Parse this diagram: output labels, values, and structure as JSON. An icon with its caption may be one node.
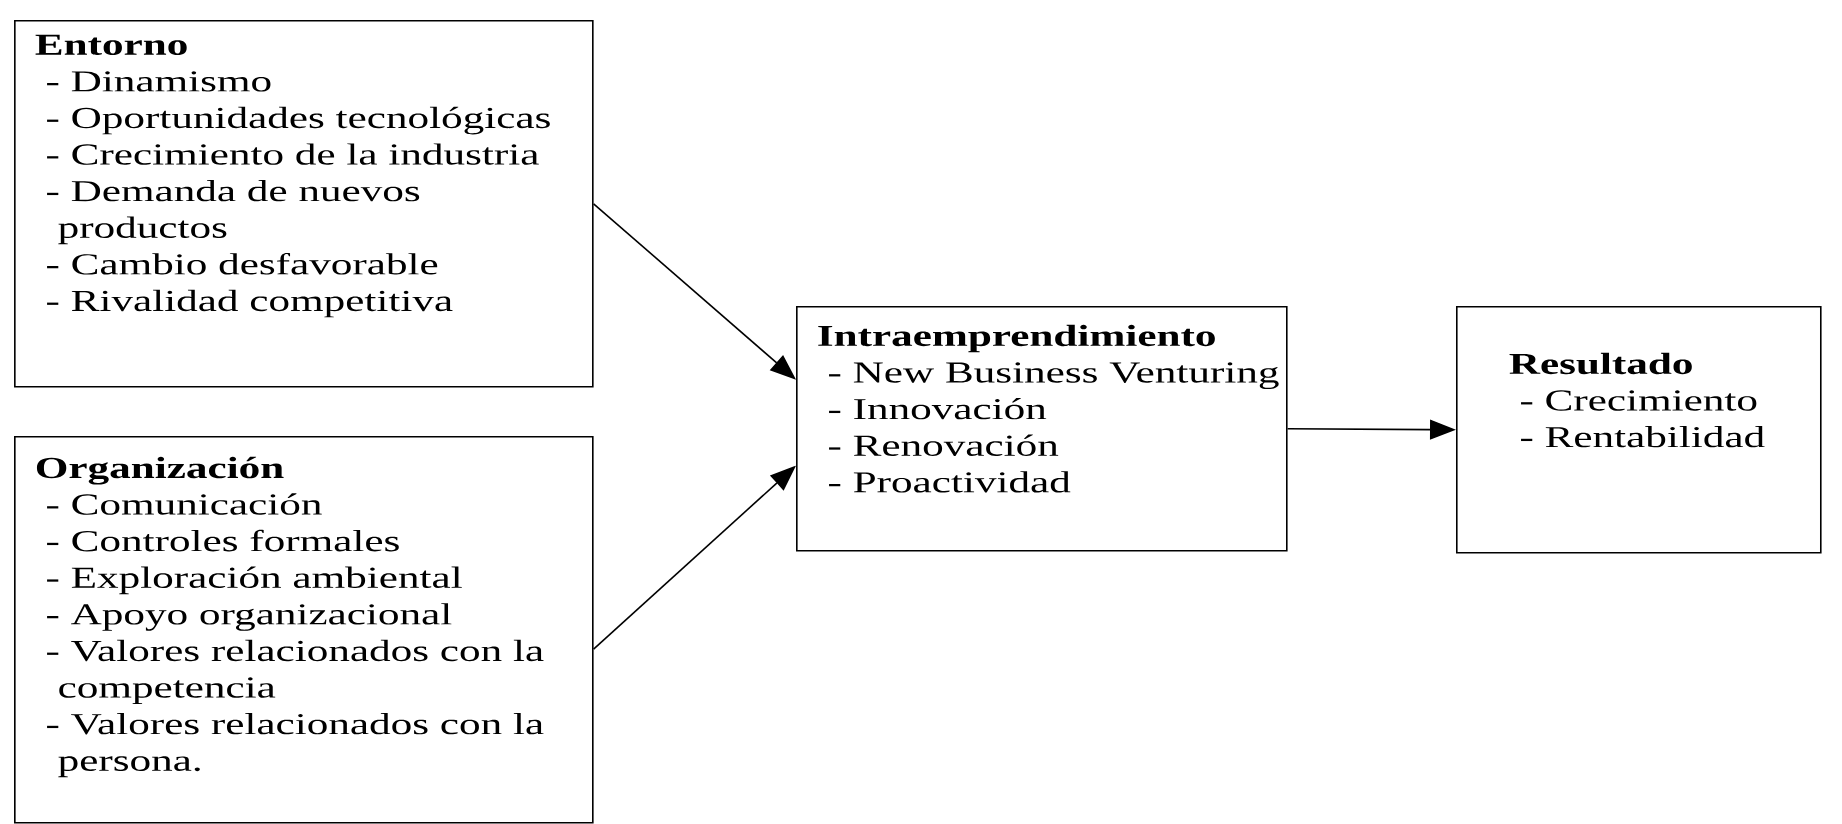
{
  "diagram": {
    "nodes": [
      {
        "text": [
          "Entorno",
          "- Dinamismo",
          "- Oportunidades tecnológicas",
          "- Crecimiento de la industria",
          "- Demanda de nuevos productos",
          "- Cambio desfavorable",
          "- Rivalidad competitiva"
        ]
      },
      {
        "text": [
          "Organización",
          "- Comunicación",
          "- Controles formales",
          "- Exploración ambiental",
          "- Apoyo organizacional",
          "- Valores relacionados con la competencia",
          "- Valores relacionados con la persona."
        ]
      },
      {
        "text": [
          "Intraemprendimiento",
          "- New Business Venturing",
          "- Innovación",
          "- Renovación",
          "- Proactividad"
        ]
      },
      {
        "text": [
          "Resultado",
          "- Crecimiento",
          "- Rentabilidad"
        ]
      }
    ],
    "edges": [
      {
        "from": 0,
        "to": 2,
        "arrow": "to"
      },
      {
        "from": 1,
        "to": 2,
        "arrow": "to"
      },
      {
        "from": 2,
        "to": 3,
        "arrow": "to"
      }
    ]
  }
}
